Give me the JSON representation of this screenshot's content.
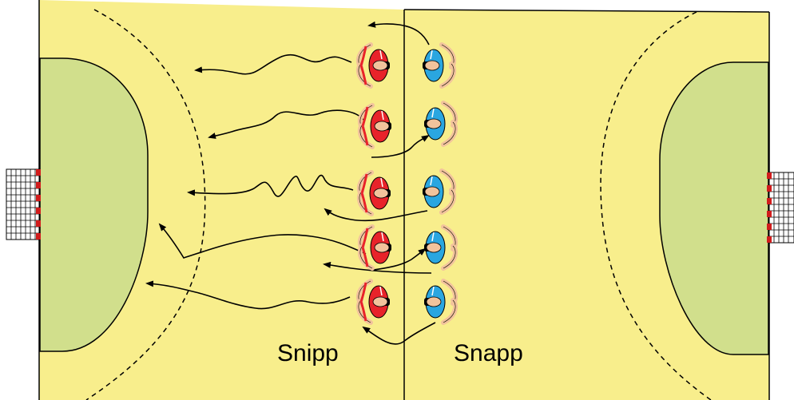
{
  "labels": {
    "left": "Snipp",
    "right": "Snapp"
  },
  "colors": {
    "court": "#f8ee8c",
    "goal_area": "#d1df8c",
    "line": "#000000",
    "team_red": "#e8232a",
    "team_blue": "#2aa6e0",
    "skin": "#f2c39c",
    "goal_post_red": "#d11c1c"
  },
  "players": {
    "red": 5,
    "blue": 5
  }
}
